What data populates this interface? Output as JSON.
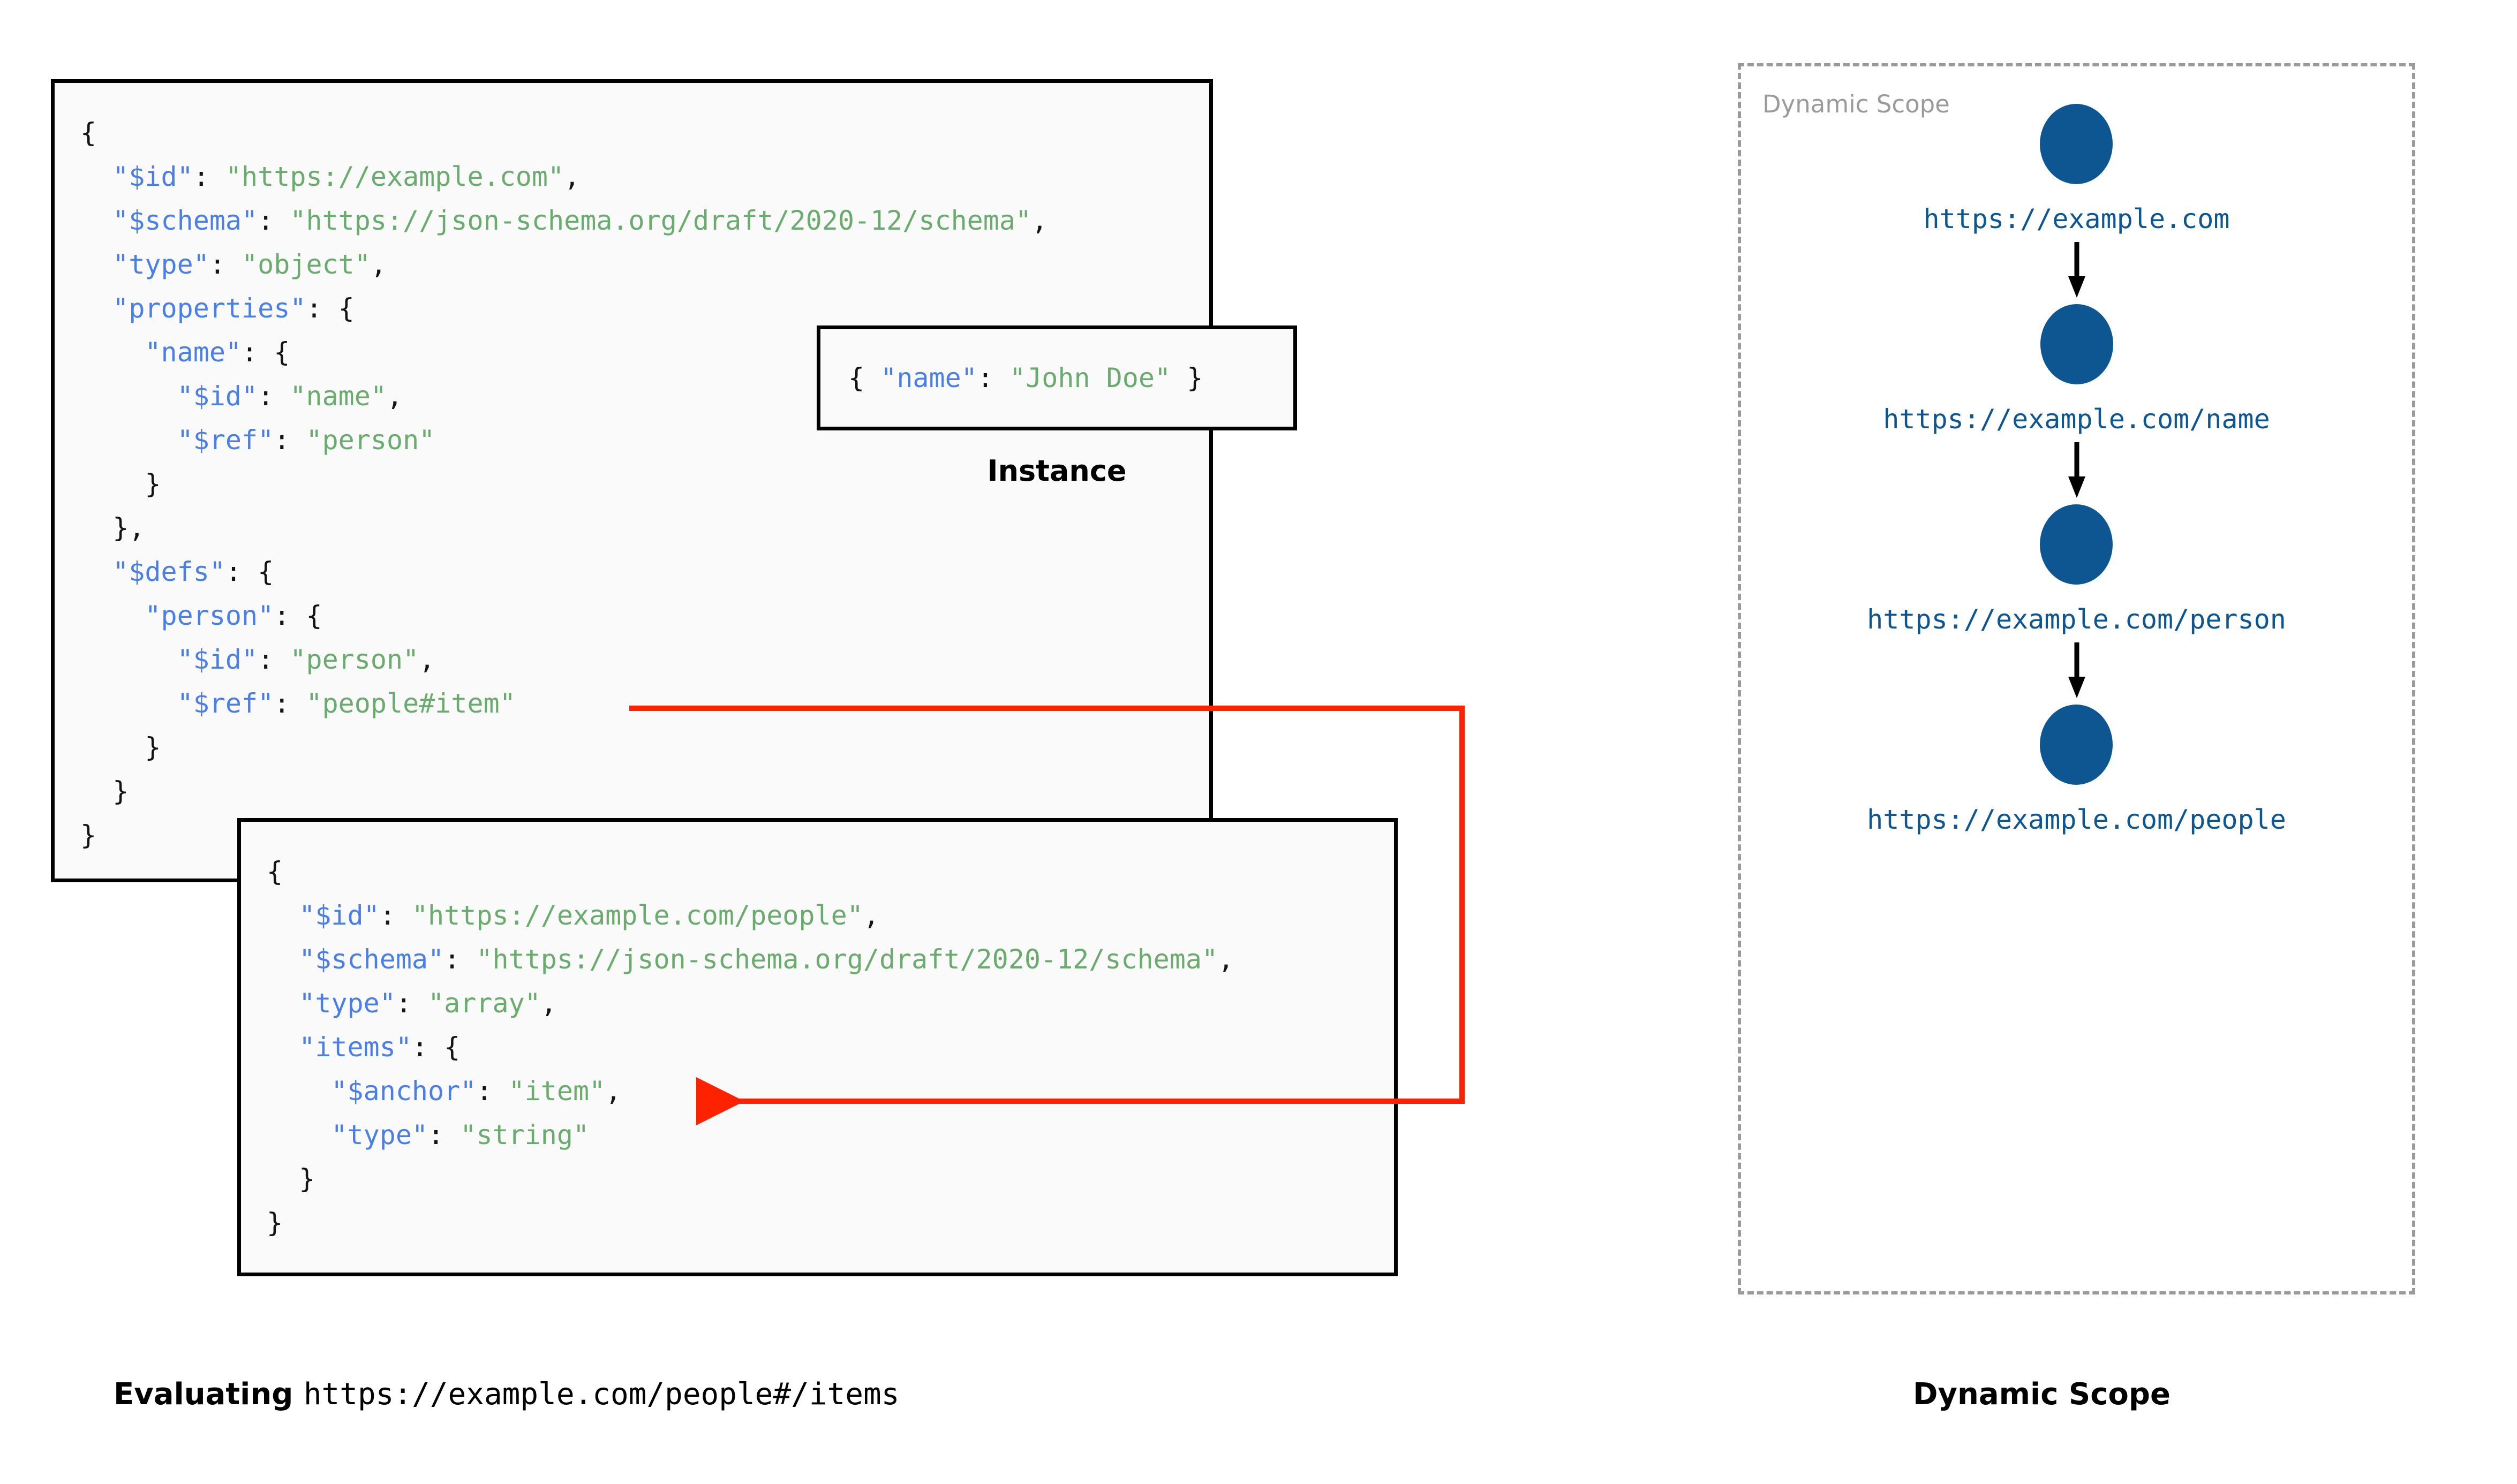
{
  "colors": {
    "json_key": "#4a7fe8",
    "json_string": "#6aab6e",
    "reference_arrow": "#ff2200",
    "scope_node": "#0d5691",
    "scope_border": "#9a9a9a",
    "box_border": "#000000",
    "box_fill": "#fafafa"
  },
  "root_schema": {
    "lines": [
      {
        "indent": 0,
        "tokens": [
          {
            "t": "{",
            "c": "p"
          }
        ]
      },
      {
        "indent": 1,
        "tokens": [
          {
            "t": "\"$id\"",
            "c": "k"
          },
          {
            "t": ": ",
            "c": "p"
          },
          {
            "t": "\"https://example.com\"",
            "c": "v"
          },
          {
            "t": ",",
            "c": "p"
          }
        ]
      },
      {
        "indent": 1,
        "tokens": [
          {
            "t": "\"$schema\"",
            "c": "k"
          },
          {
            "t": ": ",
            "c": "p"
          },
          {
            "t": "\"https://json-schema.org/draft/2020-12/schema\"",
            "c": "v"
          },
          {
            "t": ",",
            "c": "p"
          }
        ]
      },
      {
        "indent": 1,
        "tokens": [
          {
            "t": "\"type\"",
            "c": "k"
          },
          {
            "t": ": ",
            "c": "p"
          },
          {
            "t": "\"object\"",
            "c": "v"
          },
          {
            "t": ",",
            "c": "p"
          }
        ]
      },
      {
        "indent": 1,
        "tokens": [
          {
            "t": "\"properties\"",
            "c": "k"
          },
          {
            "t": ": {",
            "c": "p"
          }
        ]
      },
      {
        "indent": 2,
        "tokens": [
          {
            "t": "\"name\"",
            "c": "k"
          },
          {
            "t": ": {",
            "c": "p"
          }
        ]
      },
      {
        "indent": 3,
        "tokens": [
          {
            "t": "\"$id\"",
            "c": "k"
          },
          {
            "t": ": ",
            "c": "p"
          },
          {
            "t": "\"name\"",
            "c": "v"
          },
          {
            "t": ",",
            "c": "p"
          }
        ]
      },
      {
        "indent": 3,
        "tokens": [
          {
            "t": "\"$ref\"",
            "c": "k"
          },
          {
            "t": ": ",
            "c": "p"
          },
          {
            "t": "\"person\"",
            "c": "v"
          }
        ]
      },
      {
        "indent": 2,
        "tokens": [
          {
            "t": "}",
            "c": "p"
          }
        ]
      },
      {
        "indent": 1,
        "tokens": [
          {
            "t": "},",
            "c": "p"
          }
        ]
      },
      {
        "indent": 1,
        "tokens": [
          {
            "t": "\"$defs\"",
            "c": "k"
          },
          {
            "t": ": {",
            "c": "p"
          }
        ]
      },
      {
        "indent": 2,
        "tokens": [
          {
            "t": "\"person\"",
            "c": "k"
          },
          {
            "t": ": {",
            "c": "p"
          }
        ]
      },
      {
        "indent": 3,
        "tokens": [
          {
            "t": "\"$id\"",
            "c": "k"
          },
          {
            "t": ": ",
            "c": "p"
          },
          {
            "t": "\"person\"",
            "c": "v"
          },
          {
            "t": ",",
            "c": "p"
          }
        ]
      },
      {
        "indent": 3,
        "tokens": [
          {
            "t": "\"$ref\"",
            "c": "k"
          },
          {
            "t": ": ",
            "c": "p"
          },
          {
            "t": "\"people#item\"",
            "c": "v"
          }
        ]
      },
      {
        "indent": 2,
        "tokens": [
          {
            "t": "}",
            "c": "p"
          }
        ]
      },
      {
        "indent": 1,
        "tokens": [
          {
            "t": "}",
            "c": "p"
          }
        ]
      },
      {
        "indent": 0,
        "tokens": [
          {
            "t": "}",
            "c": "p"
          }
        ]
      }
    ]
  },
  "instance": {
    "caption": "Instance",
    "lines": [
      {
        "indent": 0,
        "tokens": [
          {
            "t": "{ ",
            "c": "p"
          },
          {
            "t": "\"name\"",
            "c": "k"
          },
          {
            "t": ": ",
            "c": "p"
          },
          {
            "t": "\"John Doe\"",
            "c": "v"
          },
          {
            "t": " }",
            "c": "p"
          }
        ]
      }
    ]
  },
  "people_schema": {
    "lines": [
      {
        "indent": 0,
        "tokens": [
          {
            "t": "{",
            "c": "p"
          }
        ]
      },
      {
        "indent": 1,
        "tokens": [
          {
            "t": "\"$id\"",
            "c": "k"
          },
          {
            "t": ": ",
            "c": "p"
          },
          {
            "t": "\"https://example.com/people\"",
            "c": "v"
          },
          {
            "t": ",",
            "c": "p"
          }
        ]
      },
      {
        "indent": 1,
        "tokens": [
          {
            "t": "\"$schema\"",
            "c": "k"
          },
          {
            "t": ": ",
            "c": "p"
          },
          {
            "t": "\"https://json-schema.org/draft/2020-12/schema\"",
            "c": "v"
          },
          {
            "t": ",",
            "c": "p"
          }
        ]
      },
      {
        "indent": 1,
        "tokens": [
          {
            "t": "\"type\"",
            "c": "k"
          },
          {
            "t": ": ",
            "c": "p"
          },
          {
            "t": "\"array\"",
            "c": "v"
          },
          {
            "t": ",",
            "c": "p"
          }
        ]
      },
      {
        "indent": 1,
        "tokens": [
          {
            "t": "\"items\"",
            "c": "k"
          },
          {
            "t": ": {",
            "c": "p"
          }
        ]
      },
      {
        "indent": 2,
        "tokens": [
          {
            "t": "\"$anchor\"",
            "c": "k"
          },
          {
            "t": ": ",
            "c": "p"
          },
          {
            "t": "\"item\"",
            "c": "v"
          },
          {
            "t": ",",
            "c": "p"
          }
        ]
      },
      {
        "indent": 2,
        "tokens": [
          {
            "t": "\"type\"",
            "c": "k"
          },
          {
            "t": ": ",
            "c": "p"
          },
          {
            "t": "\"string\"",
            "c": "v"
          }
        ]
      },
      {
        "indent": 1,
        "tokens": [
          {
            "t": "}",
            "c": "p"
          }
        ]
      },
      {
        "indent": 0,
        "tokens": [
          {
            "t": "}",
            "c": "p"
          }
        ]
      }
    ]
  },
  "dynamic_scope": {
    "label": "Dynamic Scope",
    "nodes": [
      {
        "uri": "https://example.com"
      },
      {
        "uri": "https://example.com/name"
      },
      {
        "uri": "https://example.com/person"
      },
      {
        "uri": "https://example.com/people"
      }
    ]
  },
  "captions": {
    "evaluating_label": "Evaluating ",
    "evaluating_uri": "https://example.com/people#/items",
    "dynamic_scope": "Dynamic Scope"
  }
}
